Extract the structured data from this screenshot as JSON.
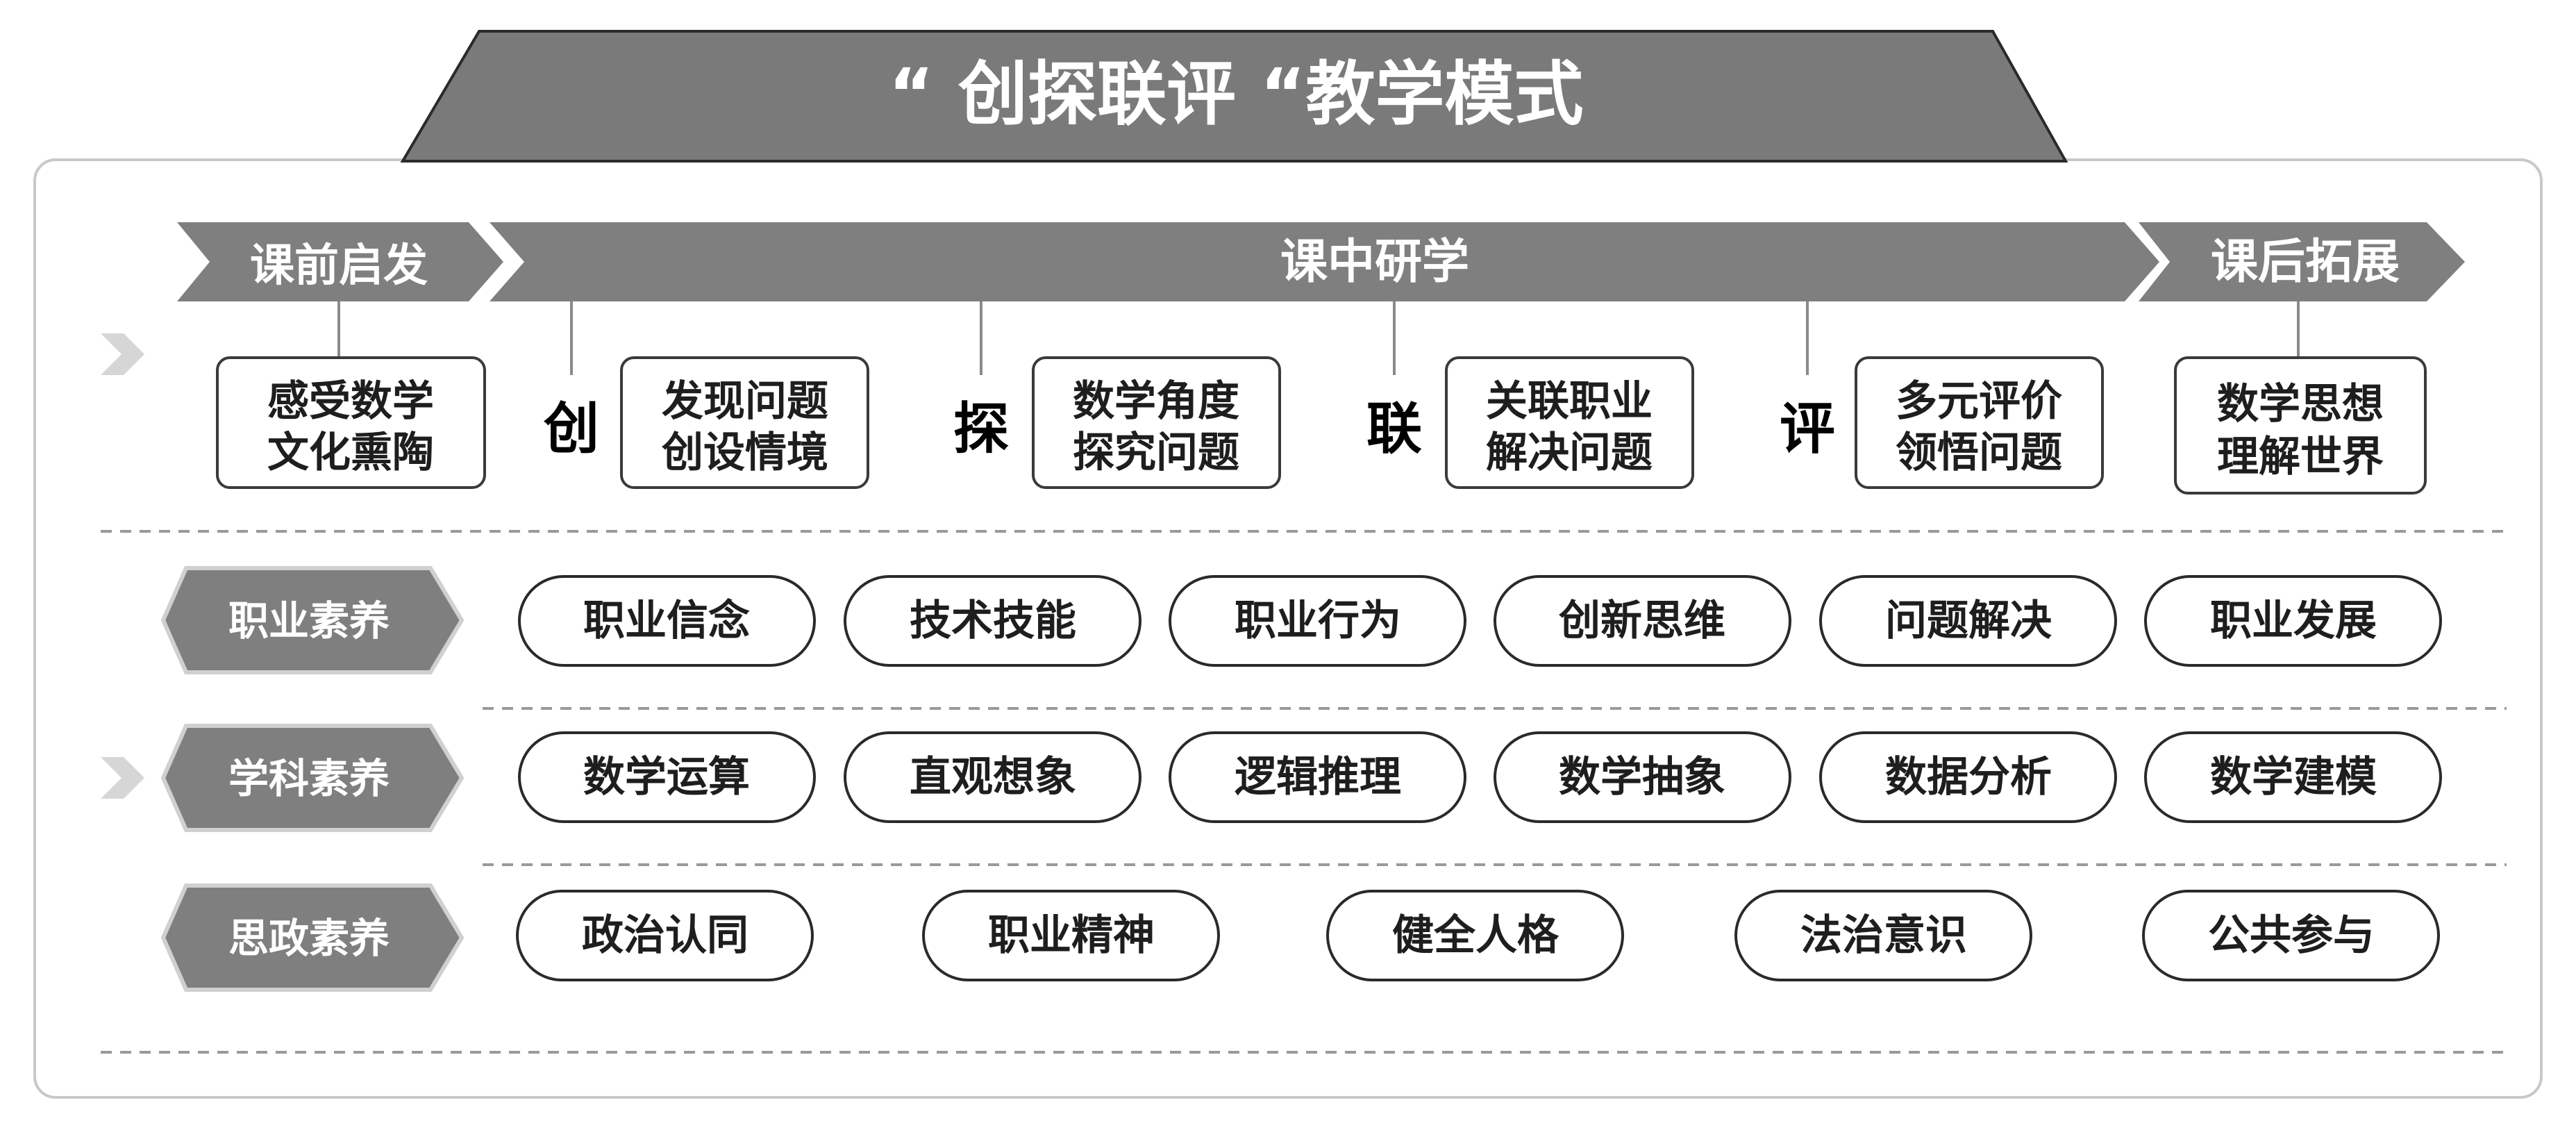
{
  "title": "“ 创探联评 “教学模式",
  "colors": {
    "banner": "#7a7a7a",
    "banner_stroke": "#2a2a2a",
    "arrow_fill": "#7f7f7f",
    "box_stroke": "#3a3a3a",
    "dash": "#9a9a9a",
    "chevron": "#d6d6d6",
    "frame": "#c8c8c8"
  },
  "phases": {
    "before": "课前启发",
    "during": "课中研学",
    "after": "课后拓展"
  },
  "stages": [
    {
      "letter": "",
      "line1": "感受数学",
      "line2": "文化熏陶"
    },
    {
      "letter": "创",
      "line1": "发现问题",
      "line2": "创设情境"
    },
    {
      "letter": "探",
      "line1": "数学角度",
      "line2": "探究问题"
    },
    {
      "letter": "联",
      "line1": "关联职业",
      "line2": "解决问题"
    },
    {
      "letter": "评",
      "line1": "多元评价",
      "line2": "领悟问题"
    },
    {
      "letter": "",
      "line1": "数学思想",
      "line2": "理解世界"
    }
  ],
  "rows": [
    {
      "label": "职业素养",
      "items": [
        "职业信念",
        "技术技能",
        "职业行为",
        "创新思维",
        "问题解决",
        "职业发展"
      ]
    },
    {
      "label": "学科素养",
      "items": [
        "数学运算",
        "直观想象",
        "逻辑推理",
        "数学抽象",
        "数据分析",
        "数学建模"
      ]
    },
    {
      "label": "思政素养",
      "items": [
        "政治认同",
        "职业精神",
        "健全人格",
        "法治意识",
        "公共参与"
      ]
    }
  ],
  "icons": {
    "side_chevron": "chevron-right-icon"
  }
}
